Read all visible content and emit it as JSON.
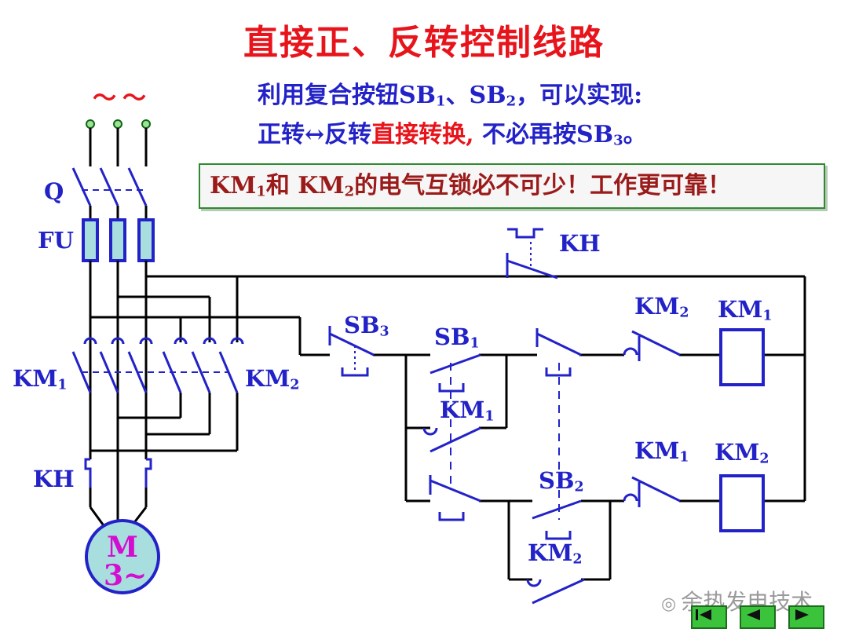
{
  "title": "直接正、反转控制线路",
  "description": {
    "line1_a": "利用复合按钮SB",
    "line1_sub1": "1",
    "line1_b": "、SB",
    "line1_sub2": "2",
    "line1_c": "，可以实现:",
    "line2_a": "正转↔反转",
    "line2_red": "直接转换,",
    "line2_b": " 不必再按SB",
    "line2_sub": "3",
    "line2_c": "。"
  },
  "banner": {
    "a": "KM",
    "sub1": "1",
    "b": "和 KM",
    "sub2": "2",
    "c": "的电气互锁必不可少！工作更可靠！"
  },
  "labels": {
    "supply": "～～",
    "q": "Q",
    "fu": "FU",
    "km1_main": "KM",
    "km1_main_sub": "1",
    "km2_main": "KM",
    "km2_main_sub": "2",
    "kh_main": "KH",
    "motor_m": "M",
    "motor_phase": "3~",
    "kh_ctrl": "KH",
    "sb3": "SB",
    "sb3_sub": "3",
    "sb1": "SB",
    "sb1_sub": "1",
    "km1_hold": "KM",
    "km1_hold_sub": "1",
    "km2_inter": "KM",
    "km2_inter_sub": "2",
    "coil1": "KM",
    "coil1_sub": "1",
    "sb2": "SB",
    "sb2_sub": "2",
    "km2_hold": "KM",
    "km2_hold_sub": "2",
    "km1_inter": "KM",
    "km1_inter_sub": "1",
    "coil2": "KM",
    "coil2_sub": "2"
  },
  "watermark": "余热发电技术",
  "nav": [
    "first-slide",
    "previous-slide",
    "next-slide"
  ],
  "colors": {
    "wire": "#000000",
    "component": "#2222c8",
    "title": "#e8141c",
    "banner_border": "#2f8a2f",
    "motor": "#d40ed0",
    "nav": "#3cc33c"
  }
}
